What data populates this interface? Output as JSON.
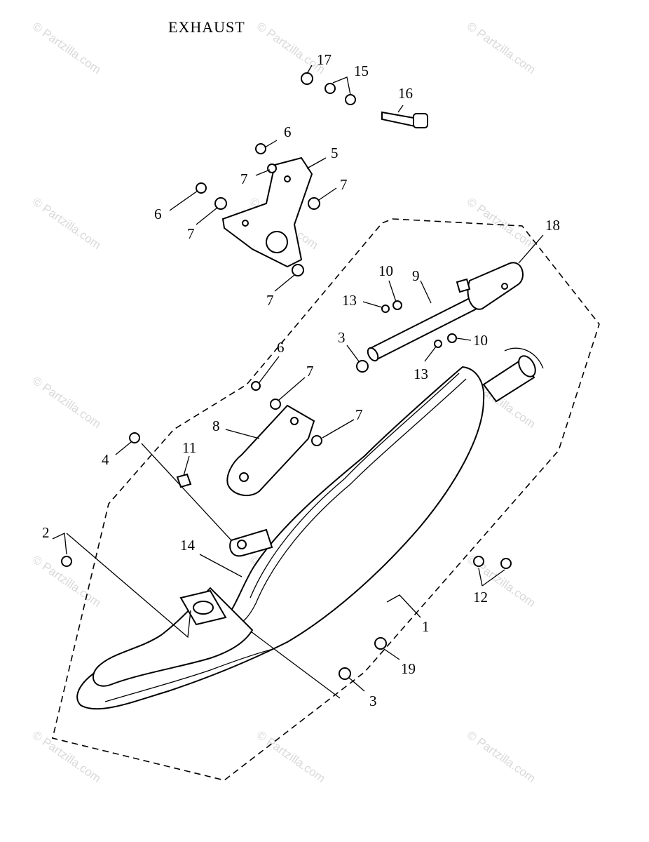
{
  "title": "EXHAUST",
  "watermark": "© Partzilla.com",
  "callouts": {
    "c1": "1",
    "c2": "2",
    "c3a": "3",
    "c3b": "3",
    "c4": "4",
    "c5": "5",
    "c6a": "6",
    "c6b": "6",
    "c6c": "6",
    "c7a": "7",
    "c7b": "7",
    "c7c": "7",
    "c7d": "7",
    "c7e": "7",
    "c7f": "7",
    "c8": "8",
    "c9": "9",
    "c10a": "10",
    "c10b": "10",
    "c11": "11",
    "c12": "12",
    "c13a": "13",
    "c13b": "13",
    "c14": "14",
    "c15": "15",
    "c16": "16",
    "c17": "17",
    "c18": "18",
    "c19": "19"
  }
}
